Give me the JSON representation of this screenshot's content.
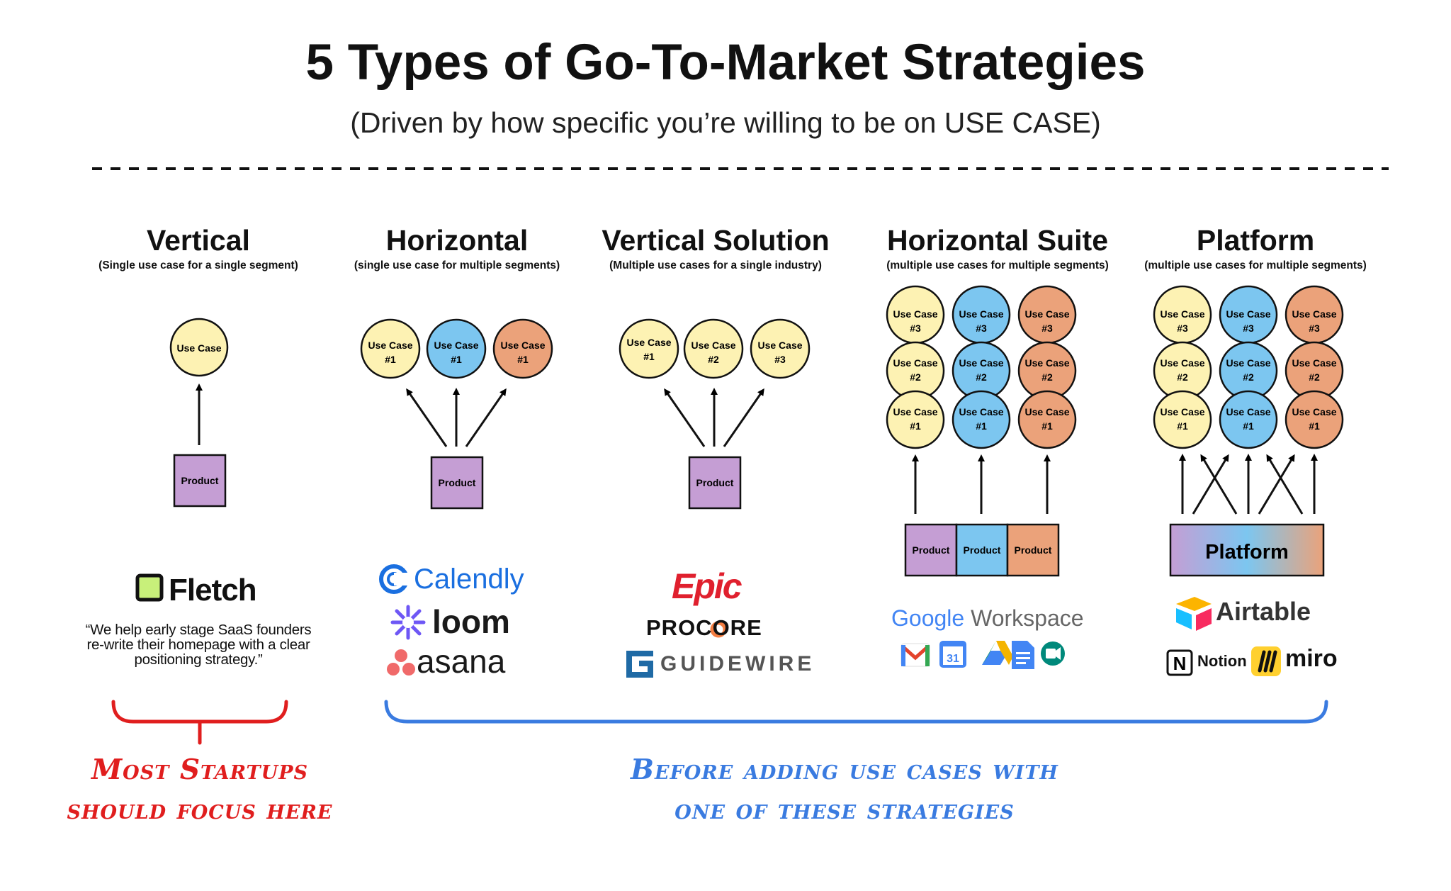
{
  "header": {
    "title": "5 Types of Go-To-Market Strategies",
    "subtitle": "(Driven by how specific you’re willing to be on USE CASE)"
  },
  "columns": [
    {
      "heading": "Vertical",
      "subheading": "(Single use case for a single segment)"
    },
    {
      "heading": "Horizontal",
      "subheading": "(single use case for multiple segments)"
    },
    {
      "heading": "Vertical Solution",
      "subheading": "(Multiple use cases for a single industry)"
    },
    {
      "heading": "Horizontal Suite",
      "subheading": "(multiple use cases for multiple segments)"
    },
    {
      "heading": "Platform",
      "subheading": "(multiple use cases for multiple segments)"
    }
  ],
  "diagram": {
    "use_case_label": "Use Case",
    "product_label": "Product",
    "platform_label": "Platform",
    "vertical_circle": "Use Case",
    "horizontal_circles": [
      "#1",
      "#1",
      "#1"
    ],
    "vertical_solution_circles": [
      "#1",
      "#2",
      "#3"
    ],
    "suite_rows": [
      "#3",
      "#2",
      "#1"
    ],
    "colors": {
      "yellow": "#fdf2b3",
      "blue": "#7cc6f0",
      "orange": "#eba27a",
      "purple": "#c59ed4",
      "red": "#e01e1e",
      "brand_blue": "#3a7be0"
    }
  },
  "logos": {
    "fletch": "Fletch",
    "fletch_quote": "“We help early stage SaaS founders re-write their homepage with a clear positioning strategy.”",
    "calendly": "Calendly",
    "loom": "loom",
    "asana": "asana",
    "epic": "Epic",
    "procore": "PROCORE",
    "guidewire": "GUIDEWIRE",
    "google_workspace_google": "Google",
    "google_workspace_workspace": "Workspace",
    "airtable": "Airtable",
    "notion": "Notion",
    "miro": "miro"
  },
  "callouts": {
    "red_line1": "Most Startups",
    "red_line2": "should focus here",
    "blue_line1": "Before adding use cases with",
    "blue_line2": "one of these strategies"
  }
}
